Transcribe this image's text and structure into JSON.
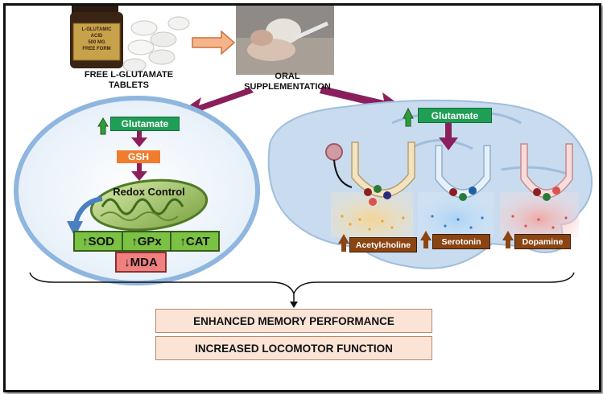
{
  "labels": {
    "tablets": "FREE L-GLUTAMATE TABLETS",
    "oral": "ORAL SUPPLEMENTATION",
    "bottle_line1": "L-GLUTAMIC",
    "bottle_line2": "ACID",
    "bottle_line3": "500 MG",
    "bottle_line4": "FREE FORM"
  },
  "left_panel": {
    "glutamate": "Glutamate",
    "gsh": "GSH",
    "redox": "Redox Control",
    "enzymes": [
      "↑SOD",
      "↑GPx",
      "↑CAT"
    ],
    "mda": "↓MDA"
  },
  "right_panel": {
    "glutamate": "Glutamate",
    "neurotransmitters": [
      "Acetylcholine",
      "Serotonin",
      "Dopamine"
    ]
  },
  "outcomes": [
    "ENHANCED MEMORY PERFORMANCE",
    "INCREASED LOCOMOTOR FUNCTION"
  ],
  "colors": {
    "purple_arrow": "#8b1f5c",
    "green_box": "#1f9e55",
    "orange_box": "#f07c2e",
    "enzyme_green": "#7bc143",
    "mda_red": "#f08080",
    "brain_blue": "#c9dbee",
    "outcome_fill": "#fbe4d5"
  }
}
